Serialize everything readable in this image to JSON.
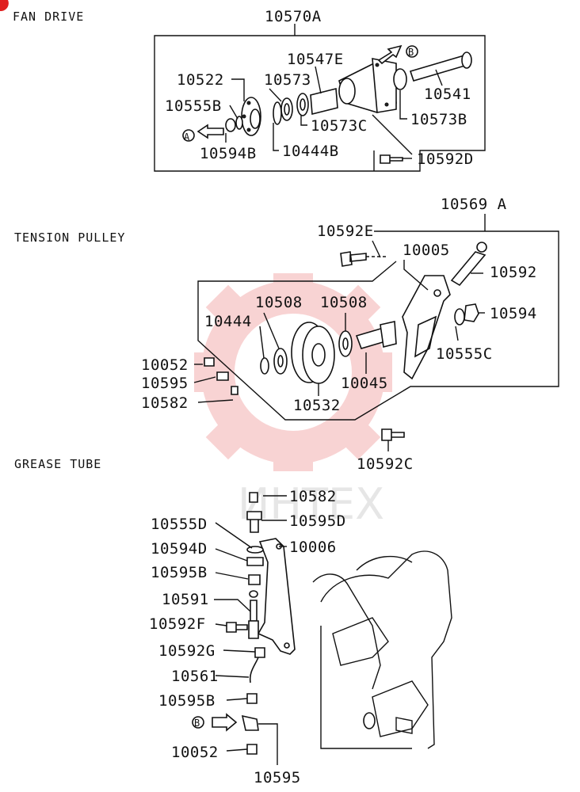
{
  "sections": {
    "fan_drive": "FAN DRIVE",
    "tension_pulley": "TENSION PULLEY",
    "grease_tube": "GREASE TUBE"
  },
  "watermark": "ИНТЕХ",
  "markers": {
    "a": "A",
    "b": "B"
  },
  "colors": {
    "watermark_red": "#f4b0b0",
    "line": "#111111"
  },
  "labels": {
    "fd_10570A": "10570A",
    "fd_10547E": "10547E",
    "fd_10522": "10522",
    "fd_10573": "10573",
    "fd_10555B": "10555B",
    "fd_10541": "10541",
    "fd_10573C": "10573C",
    "fd_10573B": "10573B",
    "fd_10594B": "10594B",
    "fd_10444B": "10444B",
    "fd_10592D": "10592D",
    "tp_10569A": "10569 A",
    "tp_10592E": "10592E",
    "tp_10005": "10005",
    "tp_10592": "10592",
    "tp_10508a": "10508",
    "tp_10508b": "10508",
    "tp_10444": "10444",
    "tp_10594": "10594",
    "tp_10555C": "10555C",
    "tp_10052": "10052",
    "tp_10595": "10595",
    "tp_10045": "10045",
    "tp_10582": "10582",
    "tp_10532": "10532",
    "tp_10592C": "10592C",
    "gt_10582": "10582",
    "gt_10555D": "10555D",
    "gt_10595D": "10595D",
    "gt_10594D": "10594D",
    "gt_10006": "10006",
    "gt_10595B": "10595B",
    "gt_10591": "10591",
    "gt_10592F": "10592F",
    "gt_10592G": "10592G",
    "gt_10561": "10561",
    "gt_10595B2": "10595B",
    "gt_10052": "10052",
    "gt_10595": "10595"
  }
}
